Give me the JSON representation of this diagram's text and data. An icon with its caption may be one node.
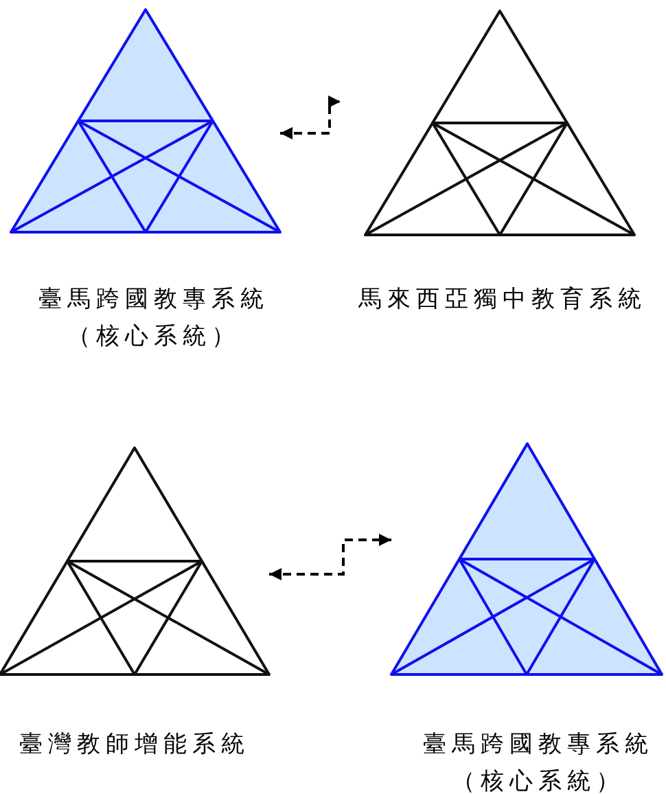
{
  "diagram": {
    "nodes": [
      {
        "text": [
          "臺馬跨國教專系統（核心系統）"
        ]
      },
      {
        "text": [
          "馬來西亞獨中教育系統"
        ]
      },
      {
        "text": [
          "臺灣教師增能系統"
        ]
      },
      {
        "text": [
          "臺馬跨國教專系統（核心系統）"
        ]
      }
    ],
    "edges": [
      {
        "from": 0,
        "to": 1,
        "arrow": "both",
        "style": "dashed"
      },
      {
        "from": 2,
        "to": 3,
        "arrow": "both",
        "style": "dashed"
      }
    ]
  }
}
